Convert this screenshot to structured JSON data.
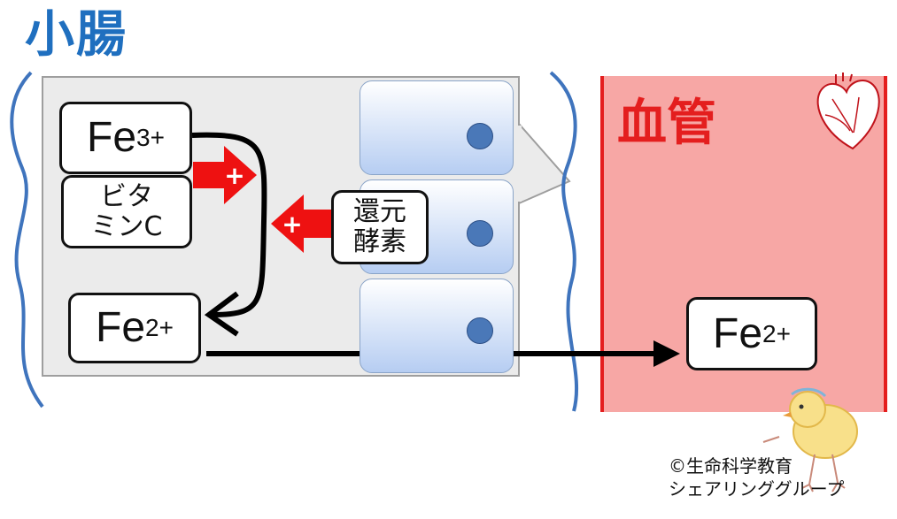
{
  "title": "小腸",
  "blood_vessel": {
    "label": "血管",
    "icon": "heart-icon"
  },
  "enterocytes": {
    "count": 3
  },
  "molecules": {
    "fe3": {
      "base": "Fe",
      "charge": "3+"
    },
    "fe2_intestine": {
      "base": "Fe",
      "charge": "2+"
    },
    "fe2_blood": {
      "base": "Fe",
      "charge": "2+"
    }
  },
  "vitamin_c": {
    "line1": "ビタ",
    "line2": "ミンC"
  },
  "reductase": {
    "line1": "還元",
    "line2": "酵素"
  },
  "promote_symbol": "+",
  "copyright": {
    "line1": "©生命科学教育",
    "line2": "シェアリンググループ"
  },
  "mascot": "chick-mascot",
  "colors": {
    "intestine_title": "#1f6fbf",
    "blood_title": "#e41e1e",
    "blood_bg": "#f7a7a5",
    "promote_arrow": "#ee1111"
  }
}
